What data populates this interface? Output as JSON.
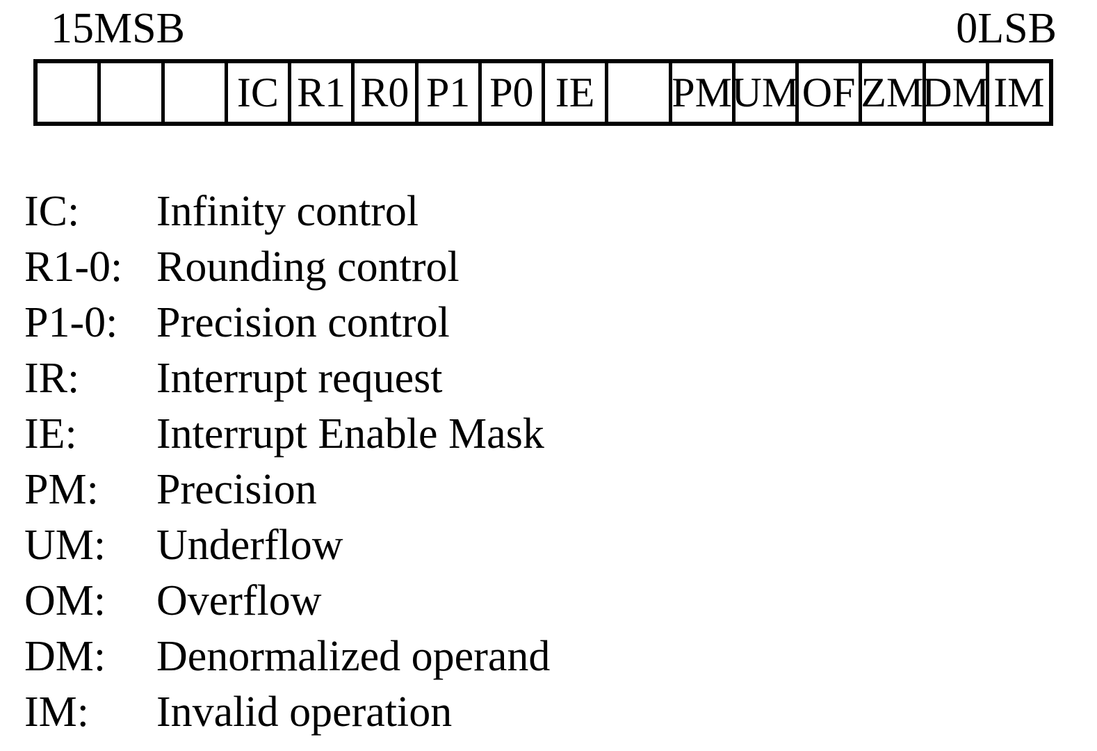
{
  "figure": {
    "msb_label": "15MSB",
    "lsb_label": "0LSB"
  },
  "register": {
    "bit_count": 16,
    "order": "bit 15 (MSB) on the left, bit 0 (LSB) on the right",
    "cells": [
      "",
      "",
      "",
      "IC",
      "R1",
      "R0",
      "P1",
      "P0",
      "IE",
      "",
      "PM",
      "UM",
      "OF",
      "ZM",
      "DM",
      "IM"
    ]
  },
  "legend": [
    {
      "abbr": "IC:",
      "description": "Infinity control"
    },
    {
      "abbr": "R1-0:",
      "description": "Rounding control"
    },
    {
      "abbr": "P1-0:",
      "description": "Precision control"
    },
    {
      "abbr": "IR:",
      "description": "Interrupt request"
    },
    {
      "abbr": "IE:",
      "description": "Interrupt Enable Mask"
    },
    {
      "abbr": "PM:",
      "description": "Precision"
    },
    {
      "abbr": "UM:",
      "description": "Underflow"
    },
    {
      "abbr": "OM:",
      "description": "Overflow"
    },
    {
      "abbr": "DM:",
      "description": "Denormalized operand"
    },
    {
      "abbr": "IM:",
      "description": "Invalid operation"
    }
  ],
  "colors": {
    "ink": "#000000",
    "background": "#ffffff"
  }
}
